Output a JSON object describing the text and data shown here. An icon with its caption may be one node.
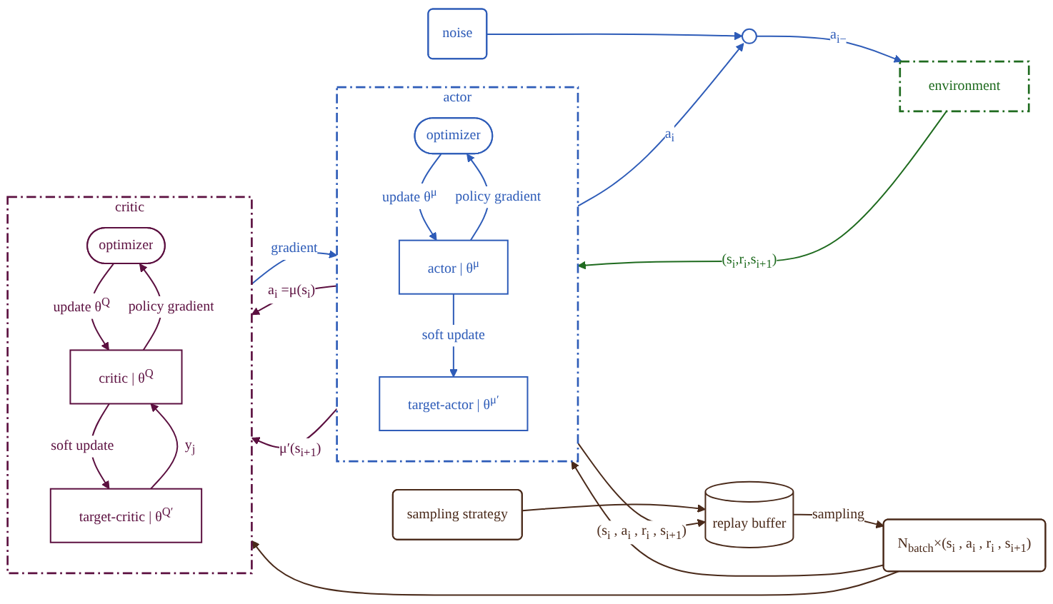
{
  "diagram": {
    "nodes": [
      {
        "text": [
          "environment"
        ]
      },
      {
        "text": [
          "noise"
        ]
      },
      {
        "text": [],
        "shape": "circle"
      },
      {
        "text": [
          "actor"
        ]
      },
      {
        "text": [
          "optimizer"
        ],
        "in": 3
      },
      {
        "text": [
          "actor | θ$^{μ}$"
        ],
        "in": 3
      },
      {
        "text": [
          "target-actor | θ$^{μ′}$"
        ],
        "in": 3
      },
      {
        "text": [
          "critic"
        ]
      },
      {
        "text": [
          "optimizer"
        ],
        "in": 7
      },
      {
        "text": [
          "critic | θ$^{Q}$"
        ],
        "in": 7
      },
      {
        "text": [
          "target-critic | θ$^{Q′}$"
        ],
        "in": 7
      },
      {
        "text": [
          "sampling strategy"
        ]
      },
      {
        "text": [
          "replay buffer"
        ]
      },
      {
        "text": [
          "N$_{batch}$×(s$_{i}$ , a$_{i}$ , r$_{i}$ , s$_{i+1}$)"
        ]
      }
    ],
    "edges": [
      {
        "from": 3,
        "to": 2,
        "arrow": "to",
        "label": "a$_{i}$",
        "color": "#2e5cb8"
      },
      {
        "from": 1,
        "to": 2,
        "arrow": "to",
        "color": "#2e5cb8"
      },
      {
        "from": 2,
        "to": 0,
        "arrow": "to",
        "label": "a$_{i−}$",
        "color": "#2e5cb8"
      },
      {
        "from": 0,
        "to": 3,
        "arrow": "to",
        "label": "(s$_{i}$,r$_{i}$,s$_{i+1}$)",
        "color": "#1f6b1f"
      },
      {
        "from": 4,
        "to": 5,
        "arrow": "to",
        "label": "update θ$^{μ}$",
        "color": "#2e5cb8"
      },
      {
        "from": 5,
        "to": 4,
        "arrow": "to",
        "label": "policy gradient",
        "color": "#2e5cb8"
      },
      {
        "from": 5,
        "to": 6,
        "arrow": "to",
        "label": "soft update",
        "color": "#2e5cb8"
      },
      {
        "from": 7,
        "to": 3,
        "arrow": "to",
        "label": "gradient",
        "color": "#2e5cb8"
      },
      {
        "from": 3,
        "to": 7,
        "arrow": "to",
        "label": "a$_{i}$ =μ(s$_{i}$)",
        "color": "#5c1040"
      },
      {
        "from": 3,
        "to": 7,
        "arrow": "to",
        "label": "μ′(s$_{i+1}$)",
        "color": "#5c1040"
      },
      {
        "from": 8,
        "to": 9,
        "arrow": "to",
        "label": "update θ$^{Q}$",
        "color": "#5c1040"
      },
      {
        "from": 9,
        "to": 8,
        "arrow": "to",
        "label": "policy gradient",
        "color": "#5c1040"
      },
      {
        "from": 9,
        "to": 10,
        "arrow": "to",
        "label": "soft update",
        "color": "#5c1040"
      },
      {
        "from": 10,
        "to": 9,
        "arrow": "to",
        "label": "y$_{j}$",
        "color": "#5c1040"
      },
      {
        "from": 11,
        "to": 12,
        "arrow": "to",
        "color": "#4a2a1a"
      },
      {
        "from": 3,
        "to": 12,
        "arrow": "to",
        "label": "(s$_{i}$ , a$_{i}$ , r$_{i}$ , s$_{i+1}$)",
        "color": "#4a2a1a"
      },
      {
        "from": 12,
        "to": 13,
        "arrow": "to",
        "label": "sampling",
        "color": "#4a2a1a"
      },
      {
        "from": 13,
        "to": 3,
        "arrow": "to",
        "color": "#4a2a1a"
      },
      {
        "from": 13,
        "to": 7,
        "arrow": "to",
        "color": "#4a2a1a"
      }
    ]
  }
}
